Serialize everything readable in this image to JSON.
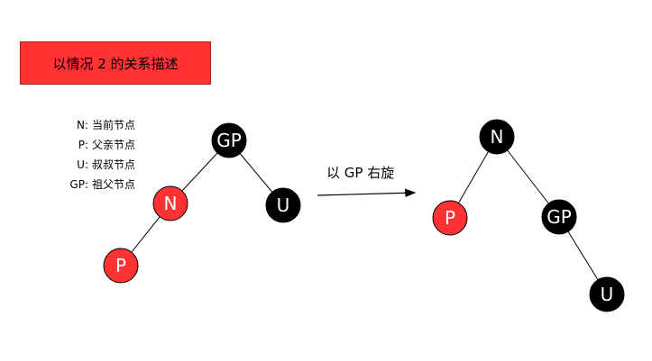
{
  "title": "以情况 2 的关系描述",
  "legend": [
    {
      "key": "N:",
      "text": "当前节点"
    },
    {
      "key": "P:",
      "text": "父亲节点"
    },
    {
      "key": "U:",
      "text": "叔叔节点"
    },
    {
      "key": "GP:",
      "text": "祖父节点"
    }
  ],
  "arrow_label": "以 GP 右旋",
  "colors": {
    "red": "#ff3333",
    "black": "#000000",
    "title_bg": "#ff3333"
  },
  "trees": {
    "before": {
      "gp": {
        "label": "GP",
        "color": "black"
      },
      "n": {
        "label": "N",
        "color": "red"
      },
      "u": {
        "label": "U",
        "color": "black"
      },
      "p": {
        "label": "P",
        "color": "red"
      }
    },
    "after": {
      "n": {
        "label": "N",
        "color": "black"
      },
      "p": {
        "label": "P",
        "color": "red"
      },
      "gp": {
        "label": "GP",
        "color": "black"
      },
      "u": {
        "label": "U",
        "color": "black"
      }
    }
  }
}
